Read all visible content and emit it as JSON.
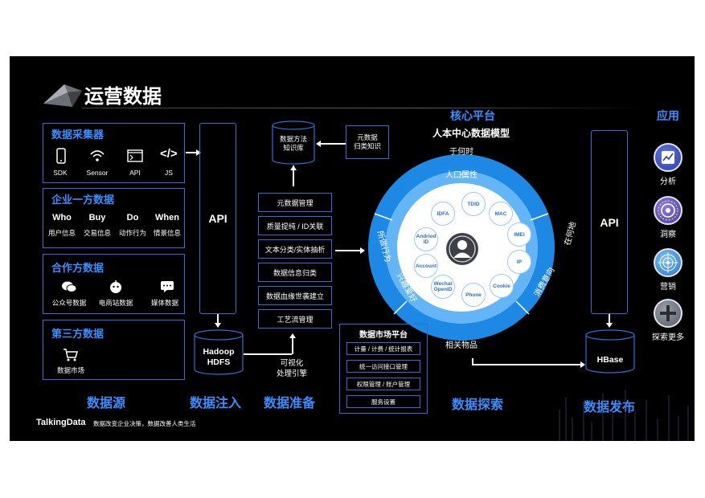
{
  "title": "运营数据",
  "footer": {
    "brand": "TalkingData",
    "slogan": "数据改变企业决策，数据改善人类生活"
  },
  "sources": {
    "collector": {
      "title": "数据采集器",
      "items": [
        "SDK",
        "Sensor",
        "API",
        "JS"
      ]
    },
    "first_party": {
      "title": "企业一方数据",
      "items": [
        {
          "head": "Who",
          "sub": "用户信息"
        },
        {
          "head": "Buy",
          "sub": "交易信息"
        },
        {
          "head": "Do",
          "sub": "动作行为"
        },
        {
          "head": "When",
          "sub": "情景信息"
        }
      ]
    },
    "partner": {
      "title": "合作方数据",
      "items": [
        "公众号数据",
        "电商站数据",
        "媒体数据"
      ]
    },
    "third_party": {
      "title": "第三方数据",
      "items": [
        "数据市场"
      ]
    }
  },
  "injection": {
    "api": "API",
    "hdfs": "Hadoop\nHDFS",
    "visual_engine": "可视化\n处理引擎"
  },
  "preparation": {
    "knowledge_base": "数据方法\n知识库",
    "meta_knowledge": "元数据\n归类知识",
    "steps": [
      "元数据管理",
      "质量提纯 / ID关联",
      "文本分类/实体抽析",
      "数据信息归类",
      "数据血缘世袭建立",
      "工艺流管理"
    ]
  },
  "core": {
    "title": "核心平台",
    "model_title": "人本中心数据模型",
    "ring_outer": [
      "于何时",
      "所做行为",
      "在何地",
      "相关物品"
    ],
    "ring_inner": [
      "人口属性",
      "兴趣爱好",
      "消费意向"
    ],
    "ids": [
      "TDID",
      "MAC",
      "IMEI",
      "IP",
      "Cookie",
      "Phone",
      "Wechat\nOpenID",
      "Account",
      "Andriod\nID",
      "IDFA"
    ]
  },
  "market": {
    "title": "数据市场平台",
    "items": [
      "计量 / 计费 / 统计报表",
      "统一访问接口管理",
      "权限管理 / 账户管理",
      "服务设置"
    ]
  },
  "publish": {
    "api": "API",
    "hbase": "HBase"
  },
  "apps": {
    "title": "应用",
    "items": [
      "分析",
      "洞察",
      "营销",
      "探索更多"
    ]
  },
  "stages": [
    "数据源",
    "数据注入",
    "数据准备",
    "数据探索",
    "数据发布"
  ],
  "colors": {
    "accent": "#3b8eff",
    "ring_outer": "#1e88e5",
    "ring_inner": "#64b5f6",
    "border": "#2d6fd6",
    "background": "#000000"
  }
}
